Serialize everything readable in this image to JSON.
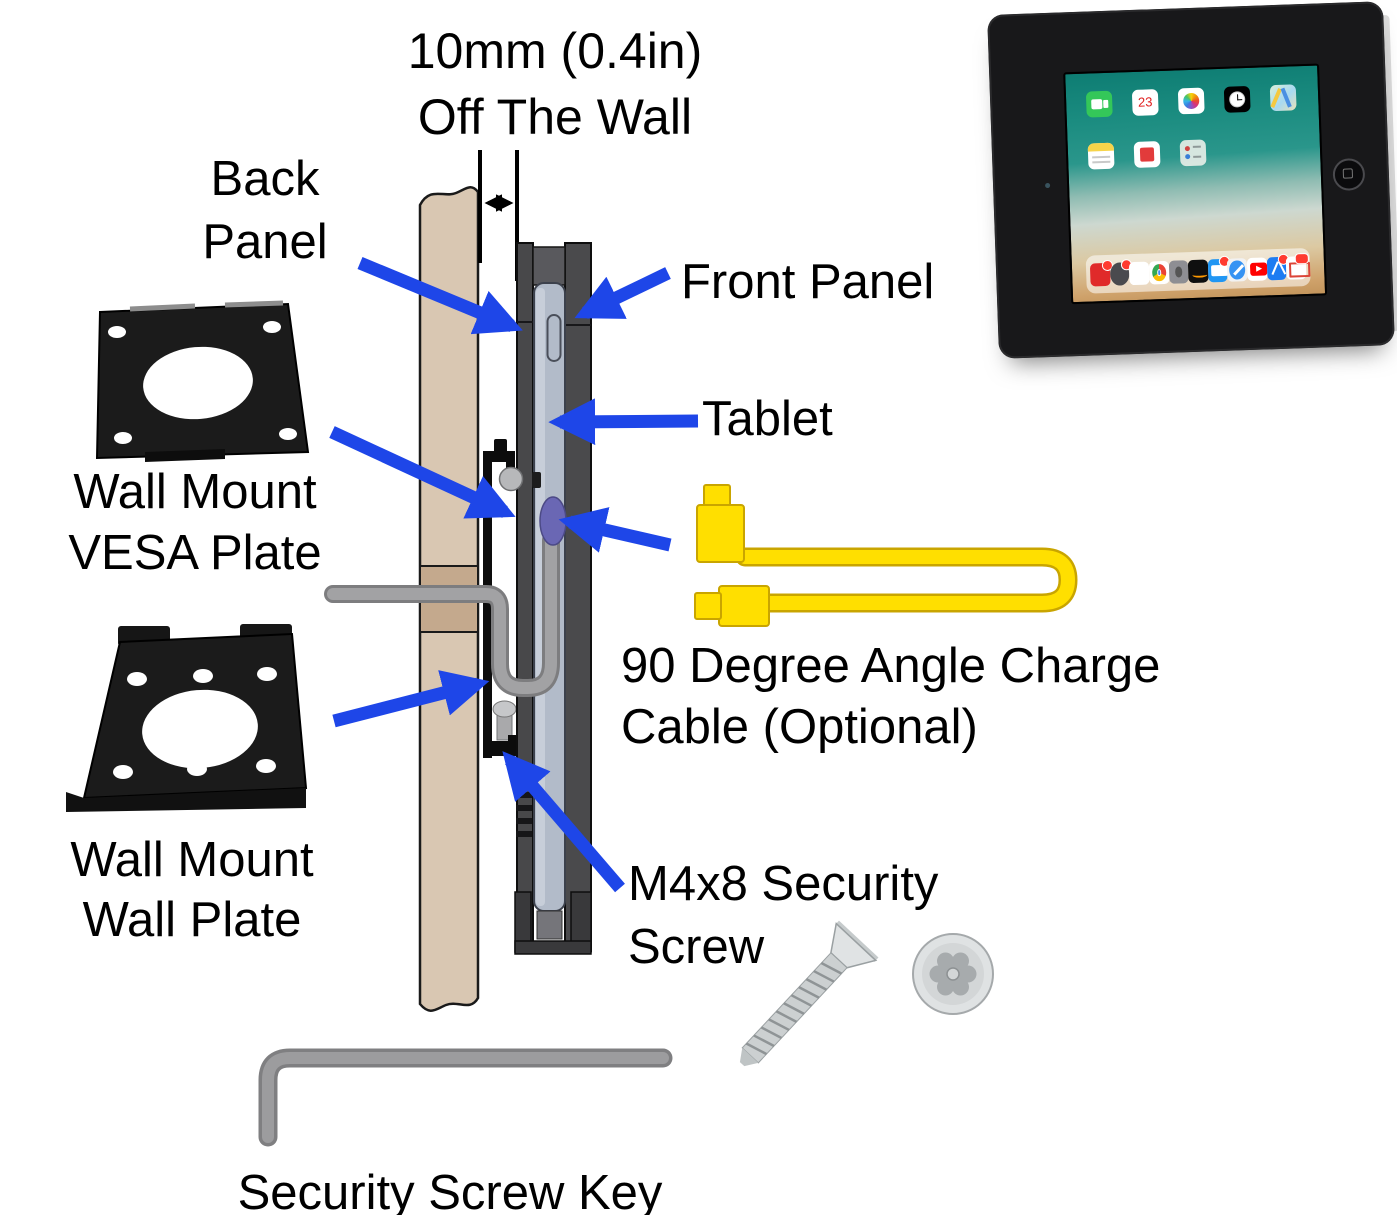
{
  "title": {
    "line1": "10mm (0.4in)",
    "line2": "Off The Wall"
  },
  "labels": {
    "back_panel": {
      "line1": "Back",
      "line2": "Panel"
    },
    "front_panel": {
      "text": "Front Panel"
    },
    "tablet": {
      "text": "Tablet"
    },
    "vesa_plate": {
      "line1": "Wall Mount",
      "line2": "VESA Plate"
    },
    "wall_plate": {
      "line1": "Wall Mount",
      "line2": "Wall Plate"
    },
    "charge_cable": {
      "line1": "90 Degree Angle Charge",
      "line2": "Cable (Optional)"
    },
    "security_screw": {
      "line1": "M4x8 Security",
      "line2": "Screw"
    },
    "security_key": {
      "text": "Security Screw Key"
    }
  },
  "ipad": {
    "calendar_date": "23",
    "home_icons": [
      "facetime",
      "calendar",
      "photos",
      "clock",
      "maps",
      "notes",
      "news",
      "reminders"
    ],
    "dock_icons": [
      "flipboard",
      "settings",
      "zinio",
      "chrome",
      "camera",
      "amazon",
      "mail",
      "safari",
      "youtube",
      "app-store",
      "gmail"
    ]
  },
  "colors": {
    "arrow_blue": "#1e46e8",
    "wall_tan": "#d9c7b2",
    "wall_cutout": "#c4a98d",
    "panel_gray": "#4a4a4c",
    "tablet_gray_blue": "#b2bbc9",
    "connector_purple": "#6a67b4",
    "cable_gray": "#a2a2a4",
    "cable_yellow": "#ffdf00",
    "plate_black": "#1b1b1b",
    "screw_silver": "#ccd0d1"
  }
}
